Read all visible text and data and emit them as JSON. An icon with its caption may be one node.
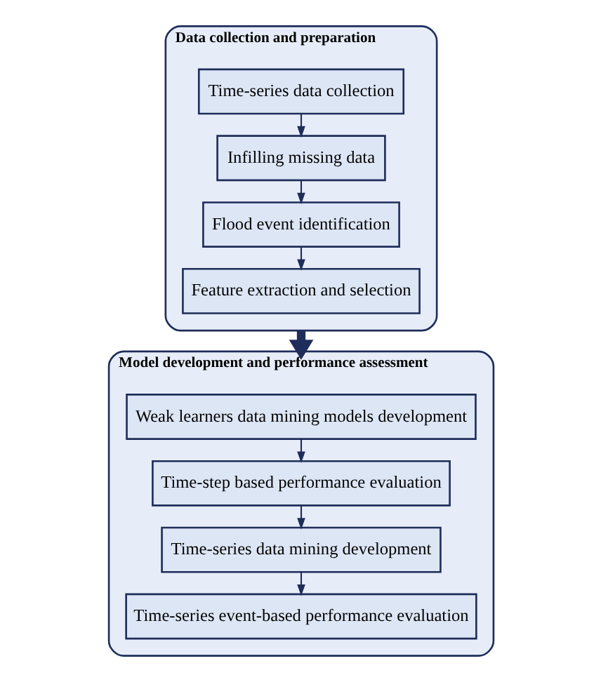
{
  "diagram": {
    "nodes": [
      {
        "text": [
          "Data collection and preparation"
        ]
      },
      {
        "text": [
          "Time-series data collection"
        ],
        "in": 0
      },
      {
        "text": [
          "Infilling missing data"
        ],
        "in": 0
      },
      {
        "text": [
          "Flood event identification"
        ],
        "in": 0
      },
      {
        "text": [
          "Feature extraction and selection"
        ],
        "in": 0
      },
      {
        "text": [
          "Model development and performance assessment"
        ]
      },
      {
        "text": [
          "Weak learners data mining models development"
        ],
        "in": 5
      },
      {
        "text": [
          "Time-step based performance evaluation"
        ],
        "in": 5
      },
      {
        "text": [
          "Time-series data mining development"
        ],
        "in": 5
      },
      {
        "text": [
          "Time-series event-based performance evaluation"
        ],
        "in": 5
      }
    ],
    "edges": [
      {
        "from": 1,
        "to": 2,
        "arrow": "to"
      },
      {
        "from": 2,
        "to": 3,
        "arrow": "to"
      },
      {
        "from": 3,
        "to": 4,
        "arrow": "to"
      },
      {
        "from": 0,
        "to": 5,
        "arrow": "to",
        "style": "thick"
      },
      {
        "from": 6,
        "to": 7,
        "arrow": "to"
      },
      {
        "from": 7,
        "to": 8,
        "arrow": "to"
      },
      {
        "from": 8,
        "to": 9,
        "arrow": "to"
      }
    ]
  }
}
